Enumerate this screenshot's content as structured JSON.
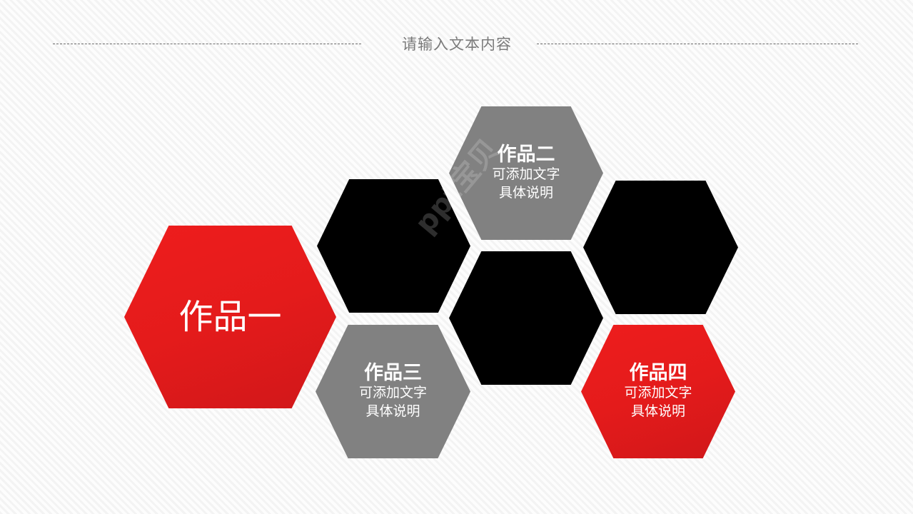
{
  "header": {
    "title": "请输入文本内容"
  },
  "hexagons": [
    {
      "id": "work-1",
      "title": "作品一",
      "color": "red"
    },
    {
      "id": "black-1",
      "color": "black"
    },
    {
      "id": "work-2",
      "title": "作品二",
      "desc_line1": "可添加文字",
      "desc_line2": "具体说明",
      "color": "gray"
    },
    {
      "id": "black-2",
      "color": "black"
    },
    {
      "id": "black-3",
      "color": "black"
    },
    {
      "id": "work-3",
      "title": "作品三",
      "desc_line1": "可添加文字",
      "desc_line2": "具体说明",
      "color": "gray"
    },
    {
      "id": "work-4",
      "title": "作品四",
      "desc_line1": "可添加文字",
      "desc_line2": "具体说明",
      "color": "red"
    }
  ],
  "colors": {
    "red": "#e41b1b",
    "gray": "#818181",
    "black": "#000000",
    "title_text": "#7a7a7a"
  },
  "watermark": "ppt宝贝"
}
